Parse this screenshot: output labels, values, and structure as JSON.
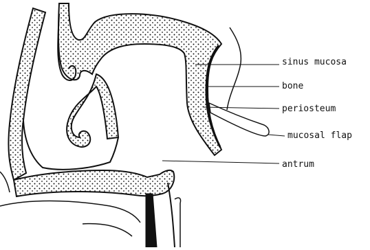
{
  "figure": {
    "labels": {
      "sinus_mucosa": "sinus mucosa",
      "bone": "bone",
      "periosteum": "periosteum",
      "mucosal_flap": "mucosal flap",
      "antrum": "antrum"
    }
  },
  "colors": {
    "ink": "#111111",
    "paper": "#ffffff"
  }
}
